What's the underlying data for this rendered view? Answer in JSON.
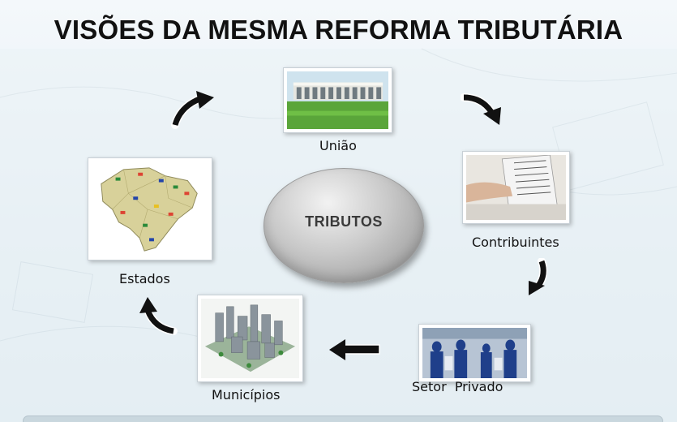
{
  "title": "VISÕES DA MESMA REFORMA TRIBUTÁRIA",
  "center": {
    "label": "TRIBUTOS"
  },
  "nodes": {
    "uniao": "União",
    "contribuintes": "Contribuintes",
    "setor_privado": "Setor  Privado",
    "municipios": "Municípios",
    "estados": "Estados"
  },
  "colors": {
    "title": "#111111",
    "arrow": "#111111",
    "ellipse": "#b8b8b8"
  }
}
